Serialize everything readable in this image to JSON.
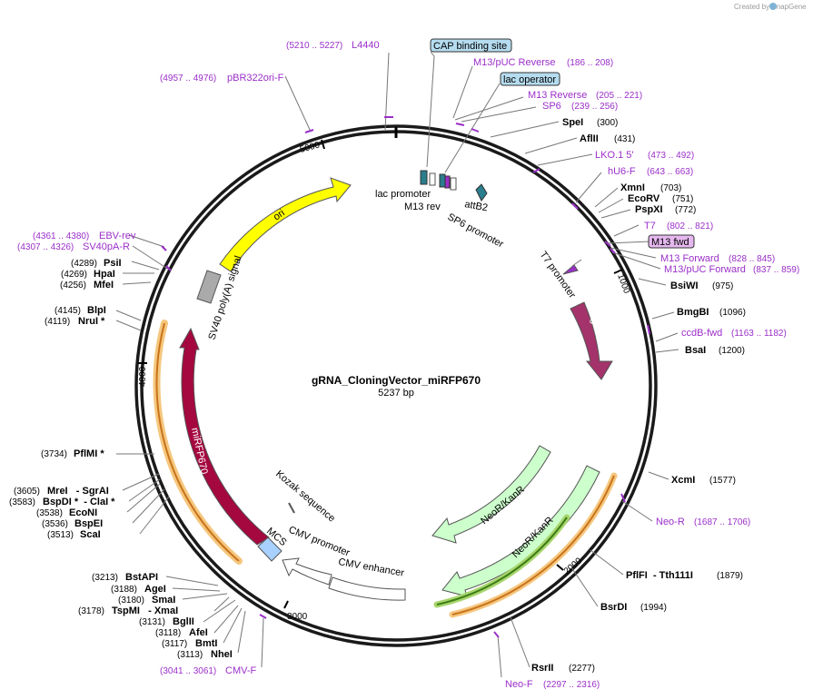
{
  "credit": "Created by SnapGene",
  "plasmid": {
    "name": "gRNA_CloningVector_miRFP670",
    "length_label": "5237 bp"
  },
  "ticks": [
    "1000",
    "2000",
    "3000",
    "4000",
    "5000"
  ],
  "boxed_labels": {
    "cap": "CAP binding site",
    "lacop": "lac operator",
    "m13fwd": "M13 fwd"
  },
  "enzymes": {
    "spei": {
      "name": "SpeI",
      "pos": "(300)"
    },
    "aflii": {
      "name": "AflII",
      "pos": "(431)"
    },
    "xmni": {
      "name": "XmnI",
      "pos": "(703)"
    },
    "ecorv": {
      "name": "EcoRV",
      "pos": "(751)"
    },
    "pspxi": {
      "name": "PspXI",
      "pos": "(772)"
    },
    "bsiwi": {
      "name": "BsiWI",
      "pos": "(975)"
    },
    "bmgbi": {
      "name": "BmgBI",
      "pos": "(1096)"
    },
    "bsai": {
      "name": "BsaI",
      "pos": "(1200)"
    },
    "xcmi": {
      "name": "XcmI",
      "pos": "(1577)"
    },
    "pflfi": {
      "name": "PflFI  - Tth111I",
      "pos": "(1879)"
    },
    "bsrdi": {
      "name": "BsrDI",
      "pos": "(1994)"
    },
    "rsrii": {
      "name": "RsrII",
      "pos": "(2277)"
    },
    "psii": {
      "name": "PsiI",
      "pos": "(4289)"
    },
    "hpai": {
      "name": "HpaI",
      "pos": "(4269)"
    },
    "mfei": {
      "name": "MfeI",
      "pos": "(4256)"
    },
    "blpi": {
      "name": "BlpI",
      "pos": "(4145)"
    },
    "nrui": {
      "name": "NruI *",
      "pos": "(4119)"
    },
    "pflmi": {
      "name": "PflMI *",
      "pos": "(3734)"
    },
    "mrei": {
      "name": "MreI   - SgrAI",
      "pos": "(3605)"
    },
    "bspdi": {
      "name": "BspDI *  - ClaI *",
      "pos": "(3583)"
    },
    "econi": {
      "name": "EcoNI",
      "pos": "(3538)"
    },
    "bspei": {
      "name": "BspEI",
      "pos": "(3536)"
    },
    "scai": {
      "name": "ScaI",
      "pos": "(3513)"
    },
    "bstapi": {
      "name": "BstAPI",
      "pos": "(3213)"
    },
    "agei": {
      "name": "AgeI",
      "pos": "(3188)"
    },
    "smai": {
      "name": "SmaI",
      "pos": "(3180)"
    },
    "tspmi": {
      "name": "TspMI   - XmaI",
      "pos": "(3178)"
    },
    "bglii": {
      "name": "BglII",
      "pos": "(3131)"
    },
    "afei": {
      "name": "AfeI",
      "pos": "(3118)"
    },
    "bmti": {
      "name": "BmtI",
      "pos": "(3117)"
    },
    "nhei": {
      "name": "NheI",
      "pos": "(3113)"
    }
  },
  "primers": {
    "l4440": {
      "name": "L4440",
      "range": "(5210 .. 5227)"
    },
    "pbr322": {
      "name": "pBR322ori-F",
      "range": "(4957 .. 4976)"
    },
    "m13puc_rev": {
      "name": "M13/pUC Reverse",
      "range": "(186 .. 208)"
    },
    "m13rev": {
      "name": "M13 Reverse",
      "range": "(205 .. 221)"
    },
    "sp6": {
      "name": "SP6",
      "range": "(239 .. 256)"
    },
    "lko": {
      "name": "LKO.1 5'",
      "range": "(473 .. 492)"
    },
    "hu6": {
      "name": "hU6-F",
      "range": "(643 .. 663)"
    },
    "t7": {
      "name": "T7",
      "range": "(802 .. 821)"
    },
    "m13fw": {
      "name": "M13 Forward",
      "range": "(828 .. 845)"
    },
    "m13puc_fwd": {
      "name": "M13/pUC Forward",
      "range": "(837 .. 859)"
    },
    "ccdbfwd": {
      "name": "ccdB-fwd",
      "range": "(1163 .. 1182)"
    },
    "neor": {
      "name": "Neo-R",
      "range": "(1687 .. 1706)"
    },
    "neof": {
      "name": "Neo-F",
      "range": "(2297 .. 2316)"
    },
    "cmvf": {
      "name": "CMV-F",
      "range": "(3041 .. 3061)"
    },
    "ebvrev": {
      "name": "EBV-rev",
      "range": "(4361 .. 4380)"
    },
    "sv40pa": {
      "name": "SV40pA-R",
      "range": "(4307 .. 4326)"
    }
  },
  "features": {
    "lac_promoter": "lac promoter",
    "m13_rev": "M13 rev",
    "attb2": "attB2",
    "sp6_promoter": "SP6 promoter",
    "t7_promoter": "T7 promoter",
    "ccdb": "ccdB",
    "neor_kanr_1": "NeoR/KanR",
    "neor_kanr_2": "NeoR/KanR",
    "cmv_promoter": "CMV promoter",
    "cmv_enhancer": "CMV enhancer",
    "mcs": "MCS",
    "kozak": "Kozak sequence",
    "mirfp670": "miRFP670",
    "ori": "ori",
    "sv40pa_signal": "SV40 poly(A) signal"
  },
  "colors": {
    "primer": "#9b2fc9",
    "ori": "#ffff00",
    "ccdb": "#a3336a",
    "mirfp": "#a5073f",
    "neor": "#ccffcc",
    "mcs": "#a8d1ff",
    "sv40": "#aaaaaa",
    "lac": "#2a7e8c",
    "highlight_orange": "#f5c77e",
    "highlight_green": "#a8d56e"
  }
}
